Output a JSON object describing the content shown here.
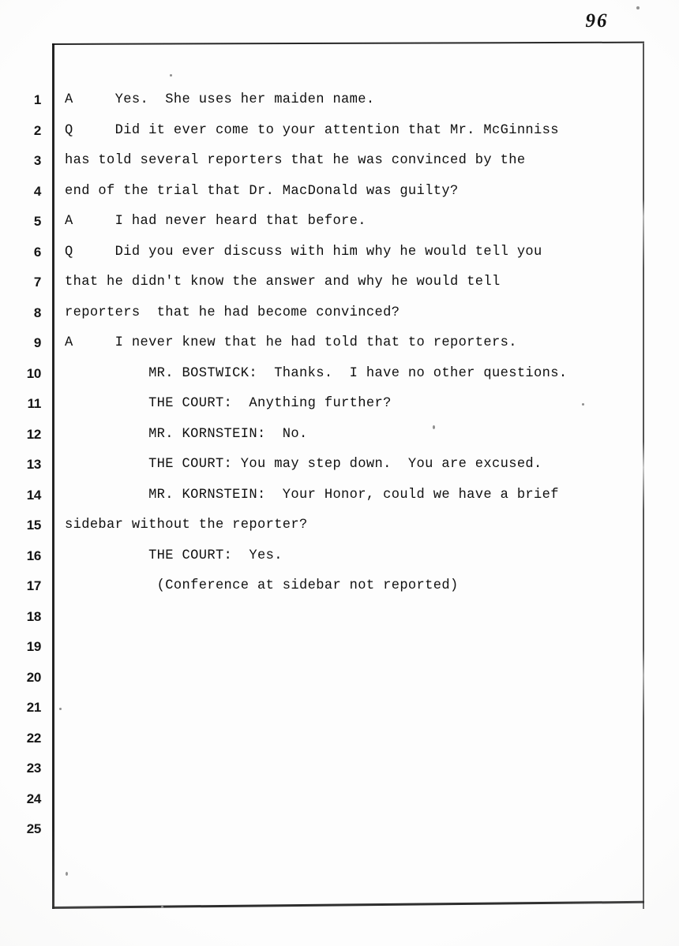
{
  "document": {
    "kind": "court-transcript-page",
    "page_number": "96"
  },
  "transcript": {
    "lines": [
      {
        "number": "1",
        "text": "A     Yes.  She uses her maiden name."
      },
      {
        "number": "2",
        "text": "Q     Did it ever come to your attention that Mr. McGinniss"
      },
      {
        "number": "3",
        "text": "has told several reporters that he was convinced by the"
      },
      {
        "number": "4",
        "text": "end of the trial that Dr. MacDonald was guilty?"
      },
      {
        "number": "5",
        "text": "A     I had never heard that before."
      },
      {
        "number": "6",
        "text": "Q     Did you ever discuss with him why he would tell you"
      },
      {
        "number": "7",
        "text": "that he didn't know the answer and why he would tell"
      },
      {
        "number": "8",
        "text": "reporters  that he had become convinced?"
      },
      {
        "number": "9",
        "text": "A     I never knew that he had told that to reporters."
      },
      {
        "number": "10",
        "text": "          MR. BOSTWICK:  Thanks.  I have no other questions."
      },
      {
        "number": "11",
        "text": "          THE COURT:  Anything further?"
      },
      {
        "number": "12",
        "text": "          MR. KORNSTEIN:  No."
      },
      {
        "number": "13",
        "text": "          THE COURT: You may step down.  You are excused."
      },
      {
        "number": "14",
        "text": "          MR. KORNSTEIN:  Your Honor, could we have a brief"
      },
      {
        "number": "15",
        "text": "sidebar without the reporter?"
      },
      {
        "number": "16",
        "text": "          THE COURT:  Yes."
      },
      {
        "number": "17",
        "text": "           (Conference at sidebar not reported)"
      },
      {
        "number": "18",
        "text": ""
      },
      {
        "number": "19",
        "text": ""
      },
      {
        "number": "20",
        "text": ""
      },
      {
        "number": "21",
        "text": ""
      },
      {
        "number": "22",
        "text": ""
      },
      {
        "number": "23",
        "text": ""
      },
      {
        "number": "24",
        "text": ""
      },
      {
        "number": "25",
        "text": ""
      }
    ]
  }
}
